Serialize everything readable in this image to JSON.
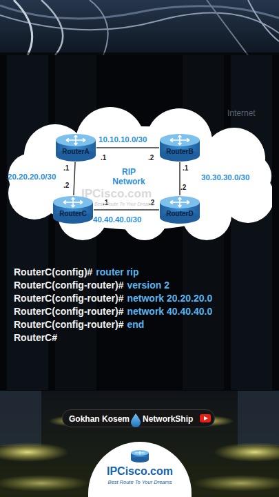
{
  "diagram": {
    "nodes": [
      {
        "text": [
          "RIP Network"
        ]
      },
      {
        "text": [
          "RouterA"
        ],
        "in": 0
      },
      {
        "text": [
          "RouterB"
        ],
        "in": 0
      },
      {
        "text": [
          "RouterC"
        ],
        "in": 0
      },
      {
        "text": [
          "RouterD"
        ],
        "in": 0
      },
      {
        "text": [
          "Gokhan Kosem",
          "NetworkShip"
        ]
      },
      {
        "text": [
          "IPCisco.com",
          "Best Route To Your Dreams"
        ]
      }
    ],
    "edges": [
      {
        "from": 1,
        "to": 2,
        "label": "10.10.10.0/30",
        "arrow": "none"
      },
      {
        "from": 1,
        "to": 3,
        "label": "20.20.20.0/30",
        "arrow": "none"
      },
      {
        "from": 2,
        "to": 4,
        "label": "30.30.30.0/30",
        "arrow": "none"
      },
      {
        "from": 3,
        "to": 4,
        "label": "40.40.40.0/30",
        "arrow": "none"
      }
    ],
    "labels": [
      ".1",
      ".2",
      ".1",
      ".2",
      ".1",
      ".2",
      ".1",
      ".2",
      "IPCisco.com",
      "Best Route To Your Dreams",
      "Internet",
      "RouterC(config)#",
      "router rip",
      "RouterC(config-router)#",
      "version 2",
      "RouterC(config-router)#",
      "network 20.20.20.0",
      "RouterC(config-router)#",
      "network 40.40.40.0",
      "RouterC(config-router)#",
      "end",
      "RouterC#"
    ]
  }
}
